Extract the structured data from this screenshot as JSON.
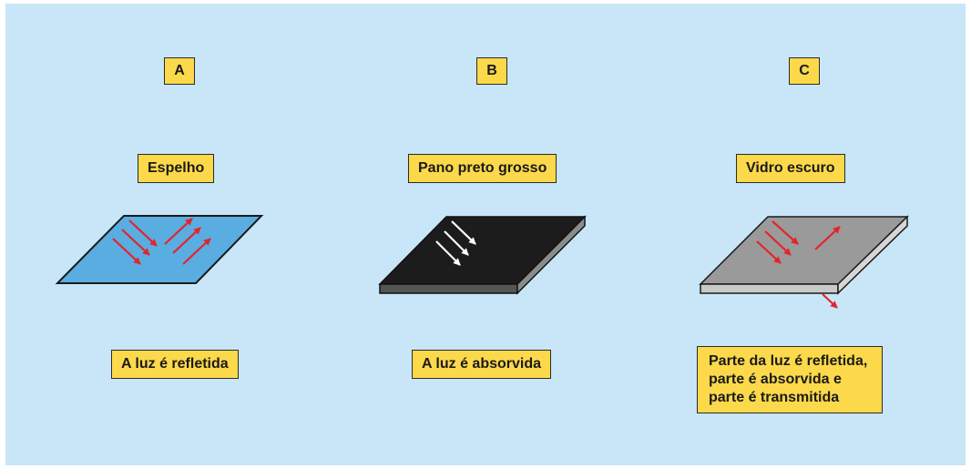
{
  "columns": [
    {
      "letter": "A",
      "material": "Espelho",
      "result": "A luz é refletida",
      "surface_color": "#5aade0",
      "arrow_color": "#e3242b"
    },
    {
      "letter": "B",
      "material": "Pano preto grosso",
      "result": "A luz é absorvida",
      "surface_color": "#1c1c1c",
      "arrow_color": "#ffffff"
    },
    {
      "letter": "C",
      "material": "Vidro escuro",
      "result_lines": [
        "Parte da luz é refletida,",
        "parte é absorvida e",
        "parte é transmitida"
      ],
      "surface_color": "#9a9a9a",
      "arrow_color": "#e3242b"
    }
  ],
  "colors": {
    "background": "#c8e6f8",
    "label_fill": "#fcd94a"
  }
}
